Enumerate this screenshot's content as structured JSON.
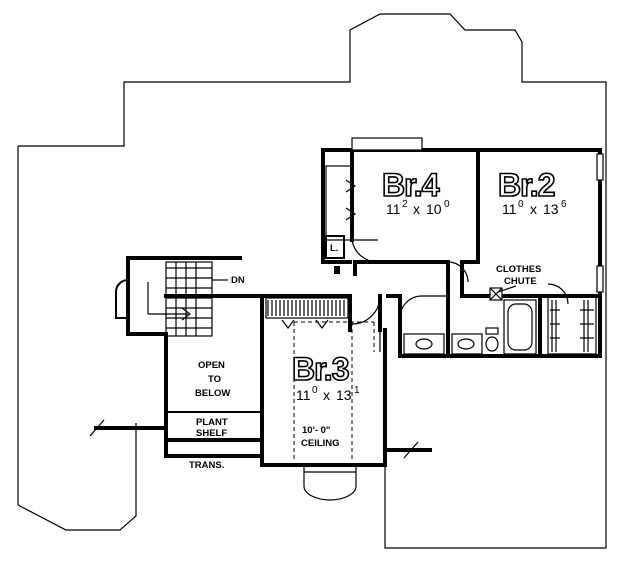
{
  "rooms": {
    "br4": {
      "name": "Br.4",
      "dim_w": "11",
      "dim_w_sup": "2",
      "dim_sep": "x",
      "dim_d": "10",
      "dim_d_sup": "0"
    },
    "br2": {
      "name": "Br.2",
      "dim_w": "11",
      "dim_w_sup": "0",
      "dim_sep": "x",
      "dim_d": "13",
      "dim_d_sup": "6"
    },
    "br3": {
      "name": "Br.3",
      "dim_w": "11",
      "dim_w_sup": "0",
      "dim_sep": "x",
      "dim_d": "13",
      "dim_d_sup": "1"
    }
  },
  "labels": {
    "dn": "DN",
    "clothes": "CLOTHES",
    "chute": "CHUTE",
    "open_1": "OPEN",
    "open_2": "TO",
    "open_3": "BELOW",
    "plant_1": "PLANT",
    "plant_2": "SHELF",
    "trans": "TRANS.",
    "ceiling_1": "10'- 0\"",
    "ceiling_2": "CEILING",
    "linen": "L."
  }
}
